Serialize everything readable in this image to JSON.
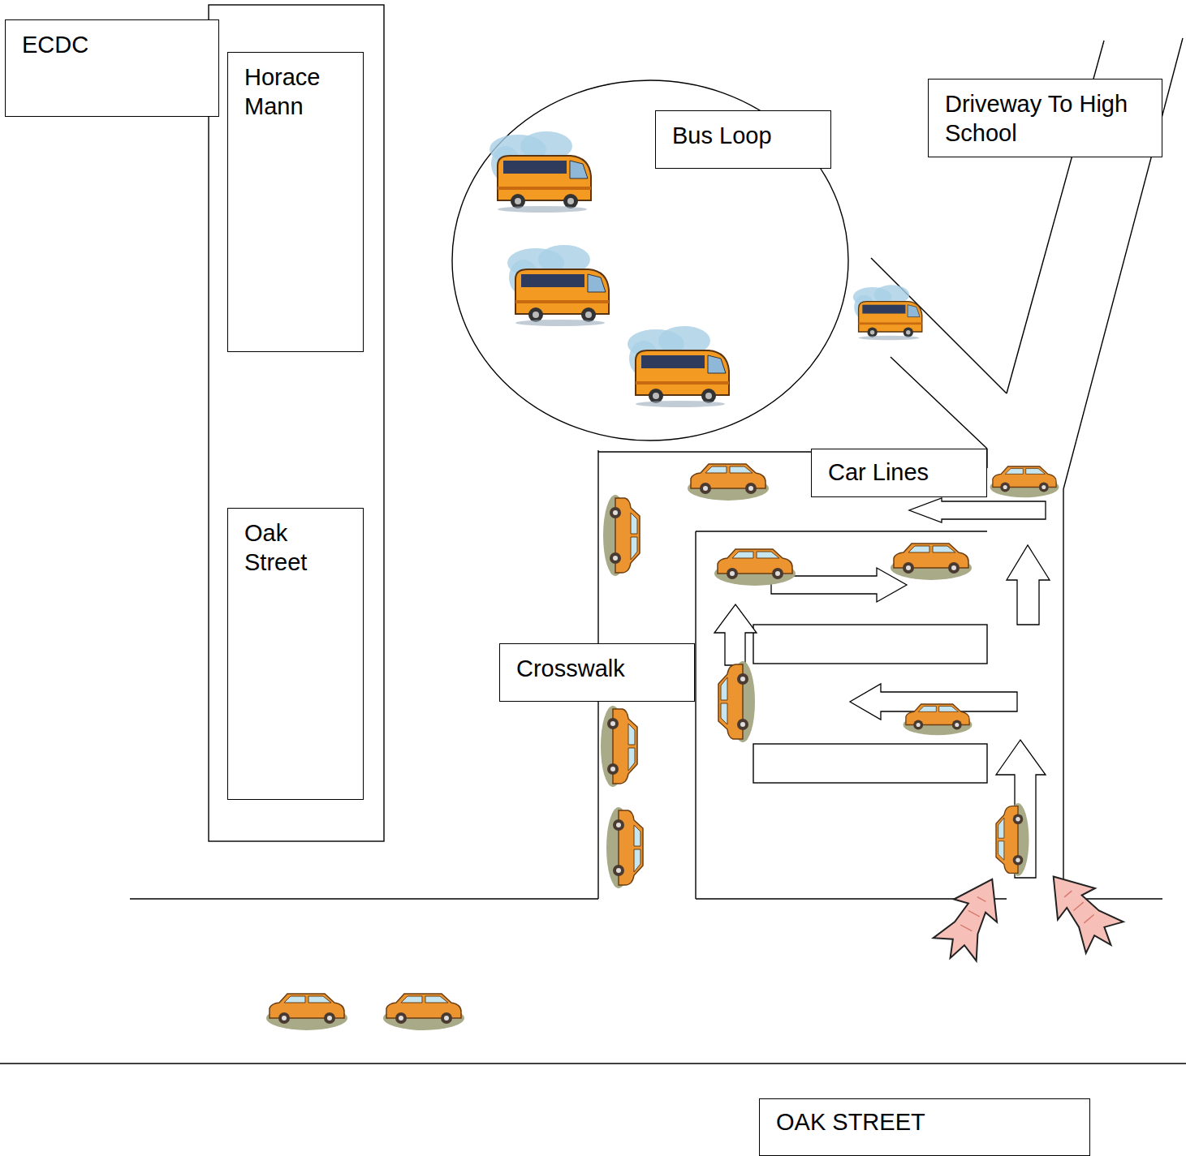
{
  "diagram": {
    "nodes": [
      {
        "text": [
          "ECDC"
        ]
      },
      {
        "text": [
          "Horace Mann"
        ]
      },
      {
        "text": [
          "Driveway To High School"
        ]
      },
      {
        "text": [
          "Bus Loop"
        ]
      },
      {
        "text": [
          "Car Lines"
        ]
      },
      {
        "text": [
          "Oak Street"
        ]
      },
      {
        "text": [
          "Crosswalk"
        ]
      },
      {
        "text": [
          "OAK STREET"
        ]
      }
    ]
  }
}
